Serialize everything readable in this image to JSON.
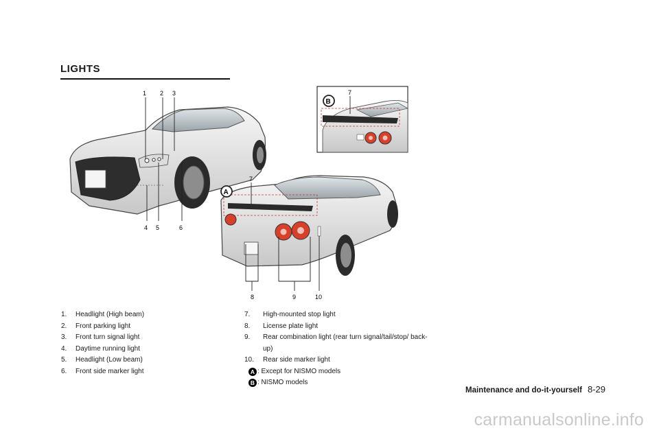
{
  "page": {
    "section_title": "LIGHTS",
    "callouts": [
      "1",
      "2",
      "3",
      "4",
      "5",
      "6",
      "7",
      "7",
      "8",
      "9",
      "10"
    ],
    "variant_labels": {
      "a": "A",
      "b": "B"
    },
    "legend_left": [
      {
        "num": "1.",
        "text": "Headlight (High beam)"
      },
      {
        "num": "2.",
        "text": "Front parking light"
      },
      {
        "num": "3.",
        "text": "Front turn signal light"
      },
      {
        "num": "4.",
        "text": "Daytime running light"
      },
      {
        "num": "5.",
        "text": "Headlight (Low beam)"
      },
      {
        "num": "6.",
        "text": "Front side marker light"
      }
    ],
    "legend_right": [
      {
        "num": "7.",
        "text": "High-mounted stop light"
      },
      {
        "num": "8.",
        "text": "License plate light"
      },
      {
        "num": "9.",
        "text": "Rear combination light (rear turn signal/tail/stop/ back-up)"
      },
      {
        "num": "10.",
        "text": "Rear side marker light"
      }
    ],
    "variants": [
      {
        "badge": "A",
        "text": ": Except for NISMO models"
      },
      {
        "badge": "B",
        "text": ": NISMO models"
      }
    ],
    "footer": {
      "section": "Maintenance and do-it-yourself",
      "page": "8-29"
    },
    "watermark": "carmanualsonline.info"
  }
}
